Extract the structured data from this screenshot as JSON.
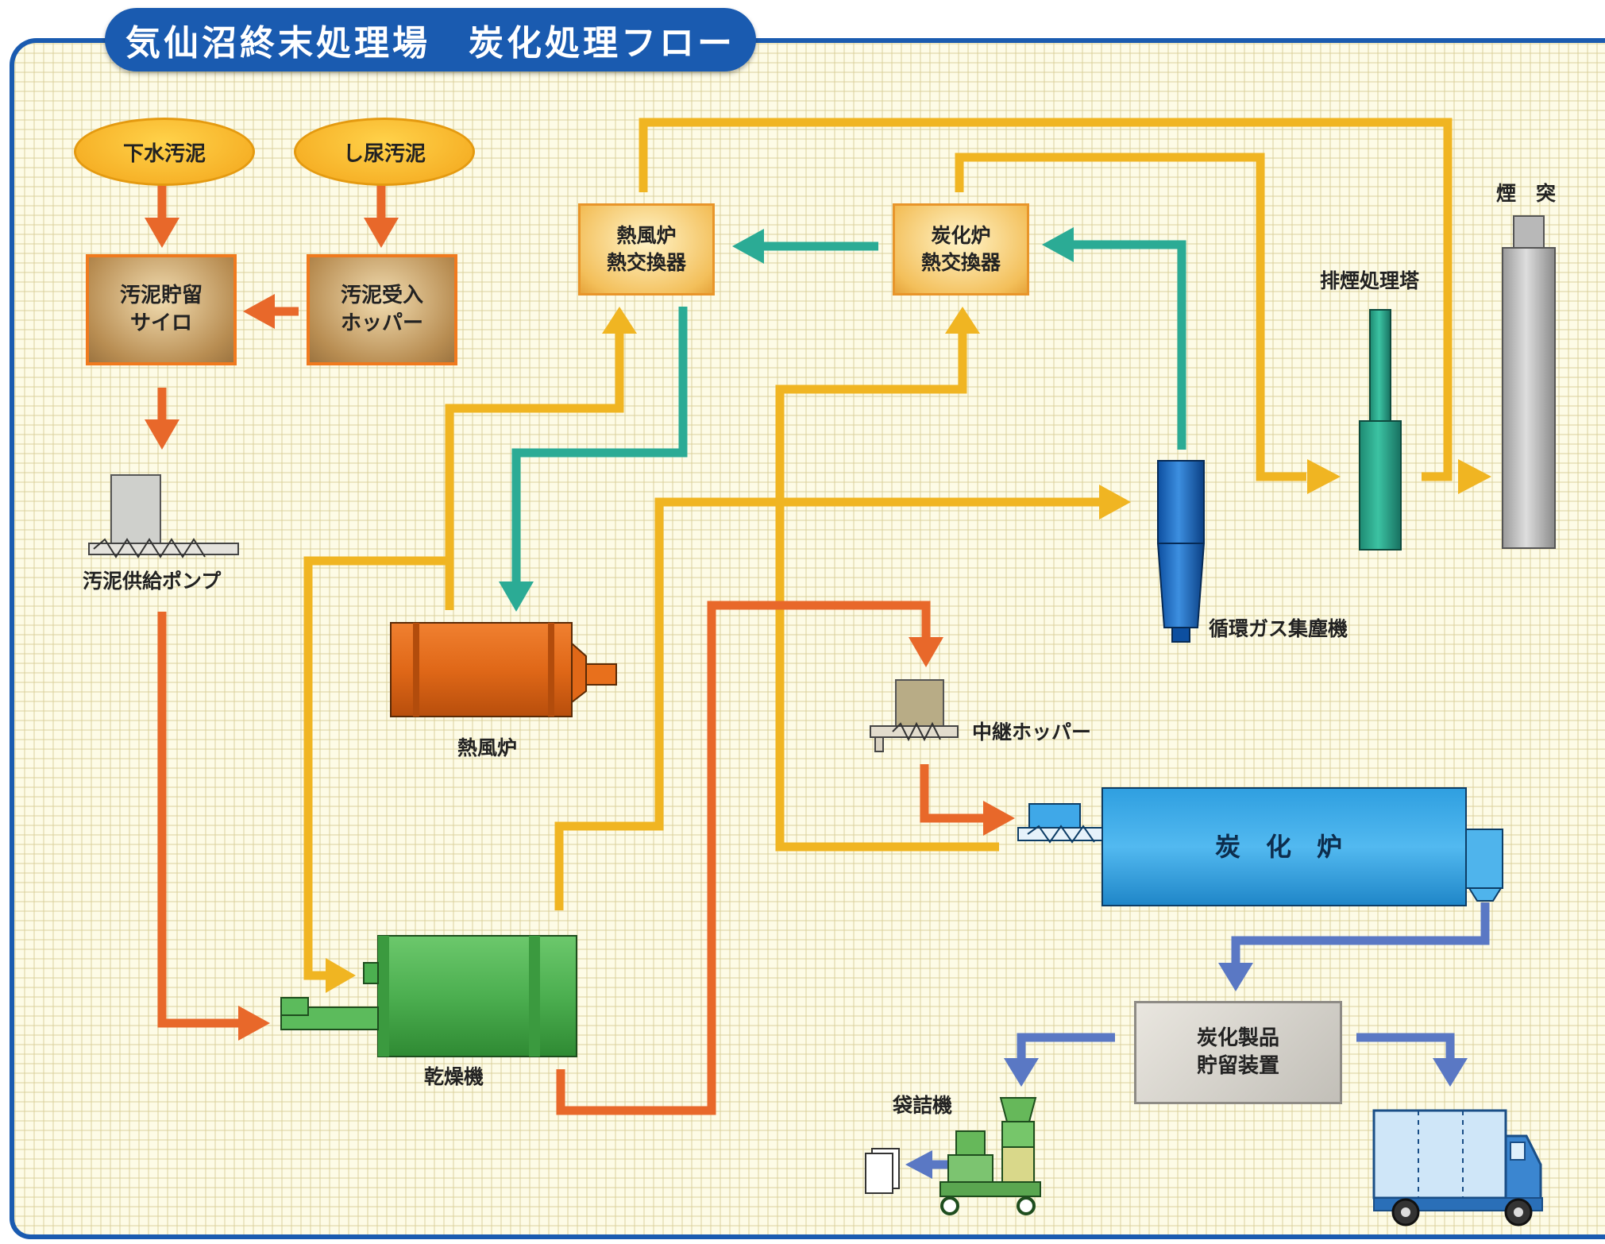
{
  "title": "気仙沼終末処理場　炭化処理フロー",
  "colors": {
    "frame": "#1a5bb0",
    "sludge_line": "#e8682a",
    "hot_air_line": "#f0b522",
    "circulating_gas_line": "#2bab95",
    "product_line": "#5a78c4"
  },
  "nodes": {
    "sewage_sludge": "下水汚泥",
    "night_soil_sludge": "し尿汚泥",
    "sludge_silo": "汚泥貯留\nサイロ",
    "receiving_hopper": "汚泥受入\nホッパー",
    "feed_pump": "汚泥供給ポンプ",
    "hot_air_hx": "熱風炉\n熱交換器",
    "carbonizer_hx": "炭化炉\n熱交換器",
    "hot_air_furnace": "熱風炉",
    "dryer": "乾燥機",
    "relay_hopper": "中継ホッパー",
    "carbonizer": "炭　化　炉",
    "cyclone": "循環ガス集塵機",
    "flue_gas_tower": "排煙処理塔",
    "chimney": "煙　突",
    "product_storage": "炭化製品\n貯留装置",
    "bagging_machine": "袋詰機"
  }
}
